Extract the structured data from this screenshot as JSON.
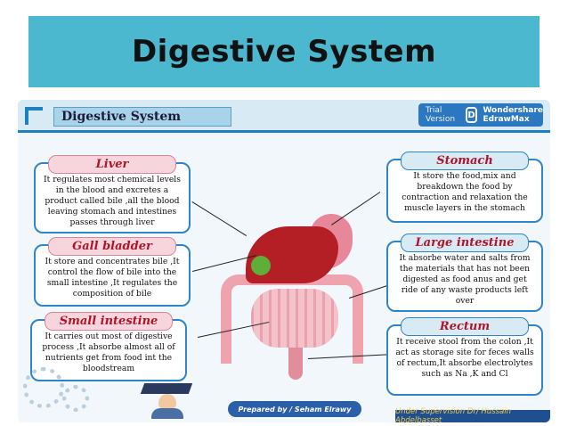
{
  "slide_title": "Digestive System",
  "poster": {
    "title": "Digestive System",
    "trial_label": "Trial Version",
    "brand_line1": "Wondershare",
    "brand_line2": "EdrawMax",
    "prepared_by": "Prepared by / Seham Elrawy",
    "supervision": "Under Supervision Dr/ Hussain Abdelbasset"
  },
  "cards": {
    "liver": {
      "title": "Liver",
      "text": "It regulates most chemical levels in the blood and excretes a product called bile ,all the blood leaving stomach and intestines passes through liver"
    },
    "gall": {
      "title": "Gall bladder",
      "text": "It store and concentrates bile ,It control the flow of bile into the small intestine ,It regulates the composition of bile"
    },
    "small": {
      "title": "Small intestine",
      "text": "It carries out most of digestive process ,It absorbe almost all of nutrients get from food int the bloodstream"
    },
    "stomach": {
      "title": "Stomach",
      "text": "It store the food,mix and breakdown the food by contraction and relaxation the muscle layers in the stomach"
    },
    "large": {
      "title": "Large intestine",
      "text": "It absorbe water and salts from the materials that has not been digested as food anus and get ride of any waste products left over"
    },
    "rectum": {
      "title": "Rectum",
      "text": "It receive stool from the colon ,It act as storage site for feces walls of rectum,It absorbe electrolytes such as Na ,K and Cl"
    }
  },
  "colors": {
    "title_band": "#4bb8cf",
    "card_border": "#2e85c9",
    "card_heading": "#b0142a"
  }
}
